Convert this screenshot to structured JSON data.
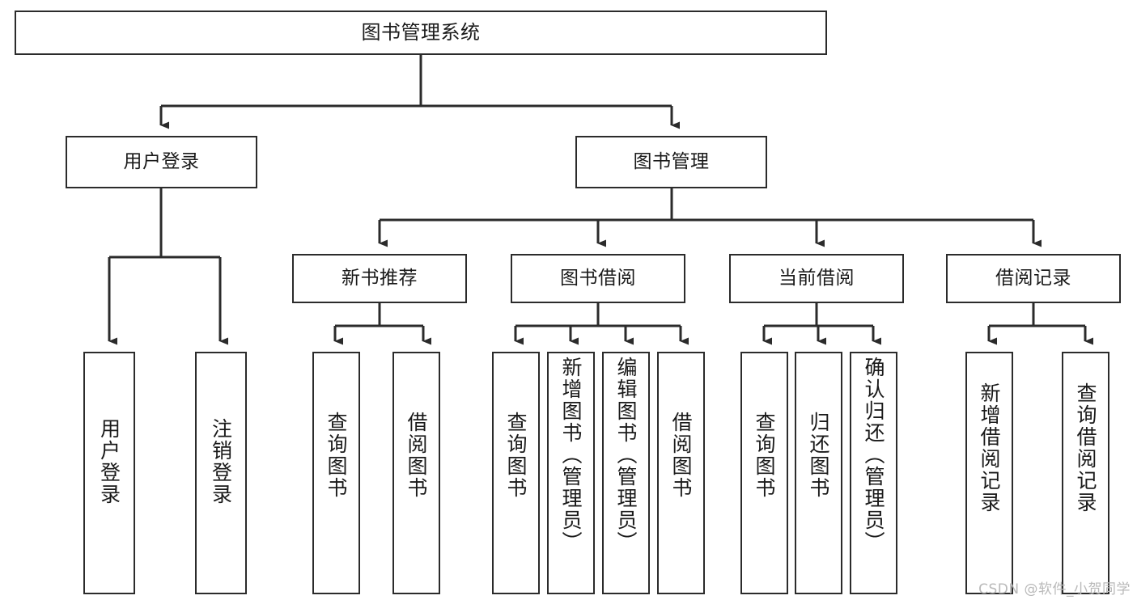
{
  "diagram": {
    "type": "hierarchy-tree",
    "title": "图书管理系统",
    "watermark": "CSDN @软件_小贺同学",
    "colors": {
      "box_border": "#2b2b2b",
      "box_fill": "#ffffff",
      "connector": "#2b2b2b",
      "text": "#1a1a1a",
      "watermark": "#b9b9b9"
    },
    "levels": {
      "root": {
        "label": "图书管理系统"
      },
      "level2": [
        {
          "id": "user-login",
          "label": "用户登录"
        },
        {
          "id": "book-management",
          "label": "图书管理"
        }
      ],
      "level3": [
        {
          "id": "new-book-recommend",
          "label": "新书推荐"
        },
        {
          "id": "book-borrow",
          "label": "图书借阅"
        },
        {
          "id": "current-borrow",
          "label": "当前借阅"
        },
        {
          "id": "borrow-record",
          "label": "借阅记录"
        }
      ],
      "leaves": {
        "user_login": [
          {
            "id": "leaf-user-login",
            "label": "用户登录"
          },
          {
            "id": "leaf-logout-login",
            "label": "注销登录"
          }
        ],
        "new_book_recommend": [
          {
            "id": "leaf-query-book-1",
            "label": "查询图书"
          },
          {
            "id": "leaf-borrow-book-1",
            "label": "借阅图书"
          }
        ],
        "book_borrow": [
          {
            "id": "leaf-query-book-2",
            "label": "查询图书"
          },
          {
            "id": "leaf-add-book-admin",
            "label": "新增图书（管理员）"
          },
          {
            "id": "leaf-edit-book-admin",
            "label": "编辑图书（管理员）"
          },
          {
            "id": "leaf-borrow-book-2",
            "label": "借阅图书"
          }
        ],
        "current_borrow": [
          {
            "id": "leaf-query-book-3",
            "label": "查询图书"
          },
          {
            "id": "leaf-return-book",
            "label": "归还图书"
          },
          {
            "id": "leaf-confirm-return-admin",
            "label": "确认归还（管理员）"
          }
        ],
        "borrow_record": [
          {
            "id": "leaf-add-borrow-record",
            "label": "新增借阅记录"
          },
          {
            "id": "leaf-query-borrow-record",
            "label": "查询借阅记录"
          }
        ]
      }
    }
  }
}
